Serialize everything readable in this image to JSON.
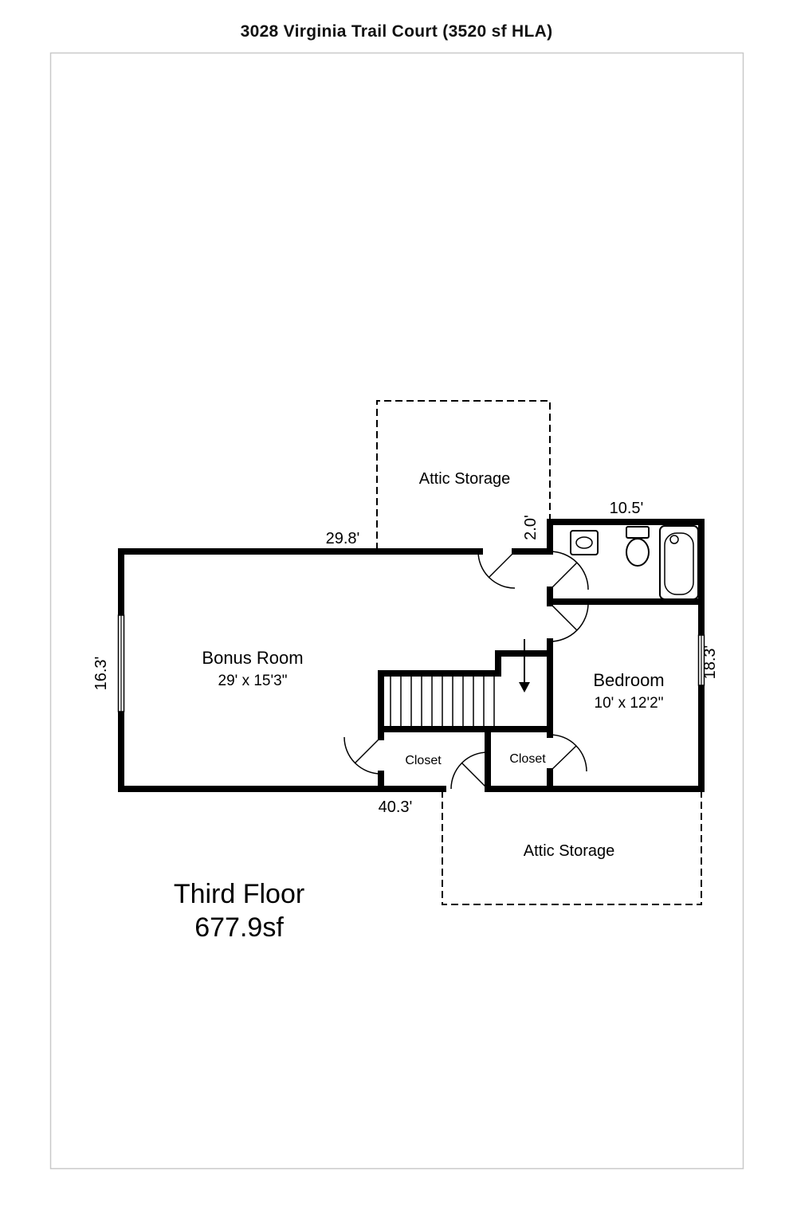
{
  "header": {
    "title": "3028 Virginia Trail Court (3520 sf HLA)"
  },
  "floor_label": {
    "name": "Third Floor",
    "area": "677.9sf"
  },
  "rooms": {
    "attic_top": "Attic Storage",
    "bonus": {
      "name": "Bonus Room",
      "dims": "29' x 15'3\""
    },
    "bedroom": {
      "name": "Bedroom",
      "dims": "10' x 12'2\""
    },
    "closet_left": "Closet",
    "closet_right": "Closet",
    "attic_bottom": "Attic Storage"
  },
  "measurements": {
    "top": "29.8'",
    "bath_top": "10.5'",
    "bath_side": "2.0'",
    "left": "16.3'",
    "right": "18.3'",
    "bottom": "40.3'"
  },
  "colors": {
    "wall": "#000000",
    "background": "#ffffff",
    "page_border": "#c9c9c9"
  }
}
